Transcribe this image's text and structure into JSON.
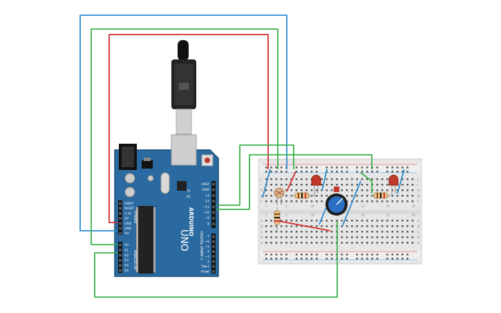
{
  "board": {
    "brand": "ARDUINO",
    "model": "UNO",
    "power_header_label": "POWER",
    "analog_header_label": "ANALOG IN",
    "digital_header_label": "DIGITAL (PWM~)",
    "tx_label": "TX",
    "rx_label": "RX",
    "power_pins": [
      "IOREF",
      "RESET",
      "3.3V",
      "5V",
      "GND",
      "GND",
      "Vin"
    ],
    "analog_pins": [
      "A0",
      "A1",
      "A2",
      "A3",
      "A4",
      "A5"
    ],
    "digital_top_pins": [
      "AREF",
      "GND",
      "13",
      "12",
      "~11",
      "~10",
      "~9",
      "8"
    ],
    "digital_bottom_pins": [
      "7",
      "~6",
      "~5",
      "4",
      "~3",
      "2",
      "TX►1",
      "RX◄0"
    ]
  },
  "breadboard": {
    "row_letters_top": [
      "j",
      "i",
      "h",
      "g",
      "f"
    ],
    "row_letters_bottom": [
      "e",
      "d",
      "c",
      "b",
      "a"
    ],
    "column_numbers": [
      "1",
      "5",
      "10",
      "15",
      "20",
      "25",
      "30"
    ]
  },
  "colors": {
    "board_blue": "#2b6aa0",
    "wire_red": "#d42a2a",
    "wire_green": "#3bb14a",
    "wire_blue": "#2b8ad0",
    "breadboard": "#e6e6e6"
  }
}
